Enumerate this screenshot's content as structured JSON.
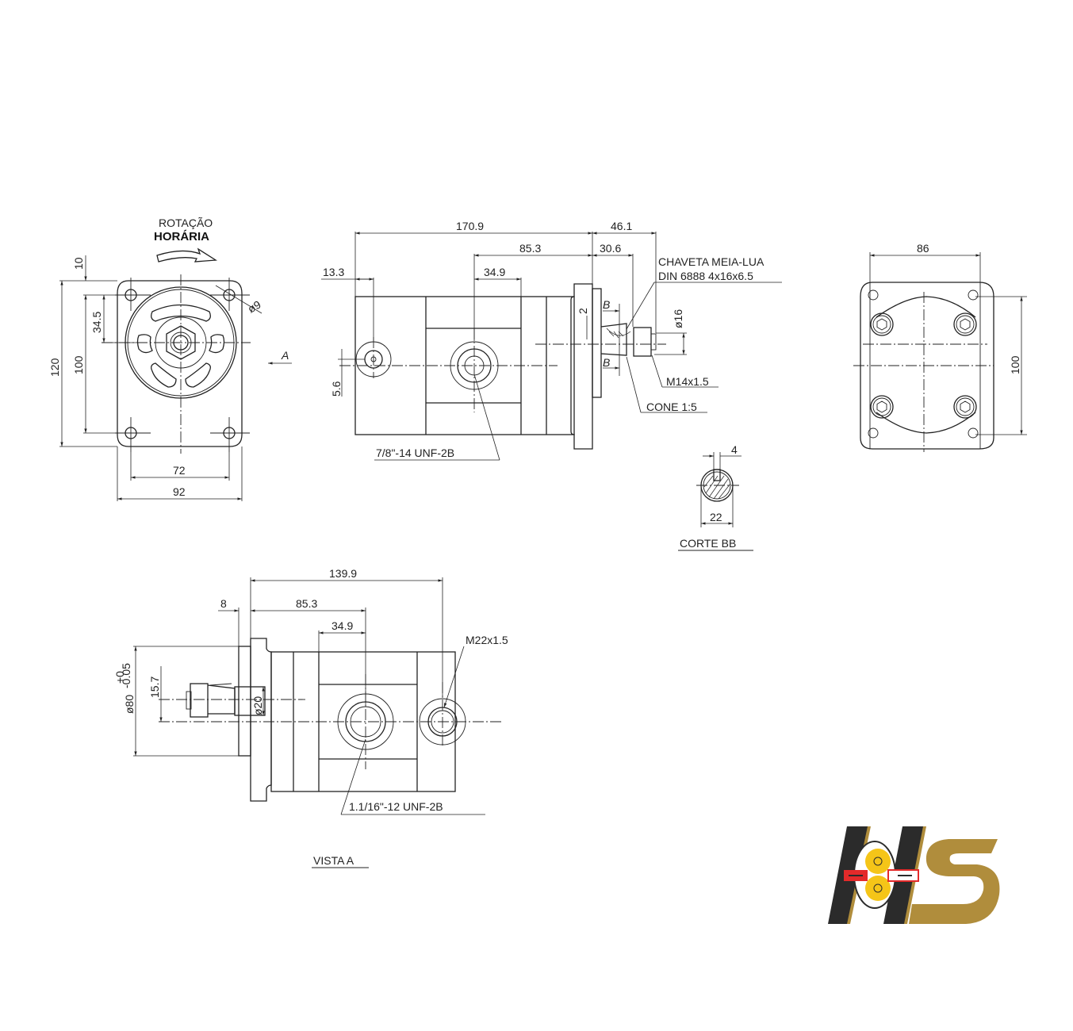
{
  "front_view": {
    "rotation_label": "ROTAÇÃO",
    "rotation_direction": "HORÁRIA",
    "dims": {
      "top_offset": "10",
      "hole_offset": "34.5",
      "height_total": "120",
      "hole_spacing_v": "100",
      "hole_spacing_h": "72",
      "width_total": "92",
      "hole_diameter": "ø9"
    },
    "view_arrow_label": "A"
  },
  "side_view": {
    "dims": {
      "overall_length": "170.9",
      "shaft_length": "46.1",
      "port_pos": "85.3",
      "flange_to_key": "30.6",
      "port_width": "34.9",
      "rear_port_offset": "13.3",
      "port_vert_offset": "5.6",
      "key_offset": "2",
      "shaft_diameter": "ø16"
    },
    "section_marker": "B",
    "port_thread": "7/8\"-14 UNF-2B",
    "key_spec_line1": "CHAVETA MEIA-LUA",
    "key_spec_line2": "DIN 6888 4x16x6.5",
    "nut_thread": "M14x1.5",
    "taper": "CONE 1:5"
  },
  "rear_view": {
    "dims": {
      "width": "86",
      "height": "100"
    }
  },
  "section_bb": {
    "dims": {
      "key_width": "4",
      "diameter": "22"
    },
    "title": "CORTE BB"
  },
  "view_a": {
    "dims": {
      "length": "139.9",
      "flange": "8",
      "port_pos": "85.3",
      "port_width": "34.9",
      "pilot_diameter": "ø80",
      "tolerance_upper": "+0",
      "tolerance_lower": "-0.05",
      "shaft_offset": "15.7",
      "shaft_diameter": "ø20"
    },
    "port_thread": "1.1/16\"-12 UNF-2B",
    "side_port_thread": "M22x1.5",
    "title": "VISTA A"
  },
  "logo": {
    "text": "HS",
    "colors": {
      "dark": "#2b2b2b",
      "gold": "#b08d3c",
      "red": "#e32a2a",
      "yellow": "#f5c518"
    }
  }
}
